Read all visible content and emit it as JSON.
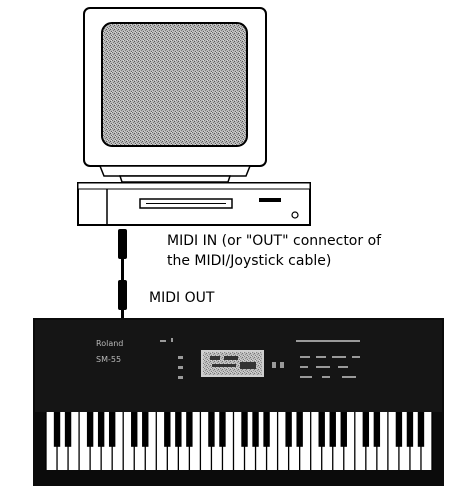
{
  "labels": {
    "midi_in_line1": "MIDI IN (or \"OUT\" connector of",
    "midi_in_line2": "the MIDI/Joystick cable)",
    "midi_out": "MIDI OUT"
  },
  "keyboard": {
    "brand": "Roland",
    "model": "SM-55"
  },
  "colors": {
    "ink": "#000000",
    "keyboard_body": "#0b0b0b",
    "screen_noise": "#9a9a9a",
    "paper": "#ffffff"
  }
}
